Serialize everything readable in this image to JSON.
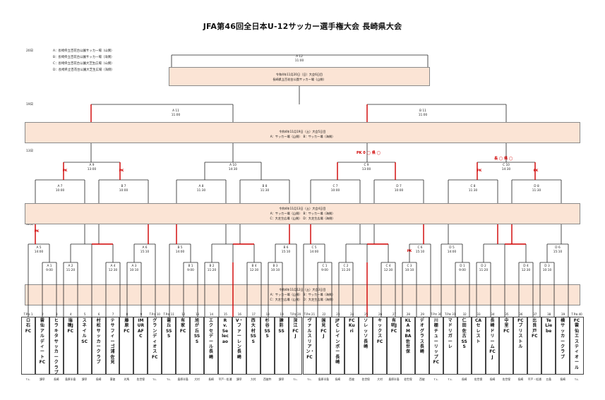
{
  "title": "JFA第46回全日本U-12サッカー選手権大会 長崎県大会",
  "venues": {
    "day_label": "20日",
    "items": [
      "A：長崎県立百花台公園サッカー場（山側）",
      "B：長崎県立百花台公園サッカー場（海側）",
      "C：長崎県立百花台公園大芝生広場（山側）",
      "D：長崎県立百花台公園大芝生広場（海側）"
    ]
  },
  "rounds": {
    "r20": "20日",
    "r19": "19日",
    "r13": "13日",
    "r12": "12日"
  },
  "boxes": {
    "final": [
      "令和4年11月20日（日）大会6日目",
      "長崎県立百花台公園サッカー場（山側）"
    ],
    "day19": [
      "令和4年11月19日（土）大会5日目",
      "A：サッカー場（山側）　B：サッカー場（海側）"
    ],
    "day13": [
      "令和4年11月13日（土）大会4日目",
      "A：サッカー場（山側）　B：サッカー場（海側）",
      "C：大芝生広場（山側）　D：大芝生広場（海側）"
    ],
    "day12": [
      "令和4年11月12日（土）大会3日目",
      "A：サッカー場（山側）　B：サッカー場（海側）",
      "C：大芝生広場（山側）　D：大芝生広場（海側）"
    ]
  },
  "matches": {
    "final": [
      "A 12",
      "11:00"
    ],
    "sf1": [
      "A 11",
      "11:00"
    ],
    "sf2": [
      "B 11",
      "11:00"
    ],
    "q1": [
      "A 9",
      "13:00"
    ],
    "q2": [
      "A 10",
      "14:30"
    ],
    "q3": [
      "C 9",
      "13:00"
    ],
    "q4": [
      "C 10",
      "14:30"
    ],
    "r3_1": [
      "A 7",
      "10:00"
    ],
    "r3_2": [
      "B 7",
      "10:00"
    ],
    "r3_3": [
      "A 8",
      "11:30"
    ],
    "r3_4": [
      "B 8",
      "11:30"
    ],
    "r3_5": [
      "C 7",
      "10:00"
    ],
    "r3_6": [
      "D 7",
      "10:00"
    ],
    "r3_7": [
      "C 8",
      "11:30"
    ],
    "r3_8": [
      "D 8",
      "11:30"
    ],
    "r2_1": [
      "A 5",
      "14:00"
    ],
    "r2_2": [
      "A 6",
      "15:10"
    ],
    "r2_3": [
      "B 5",
      "14:00"
    ],
    "r2_4": [
      "B 6",
      "15:10"
    ],
    "r2_5": [
      "C 5",
      "14:00"
    ],
    "r2_6": [
      "C 6",
      "15:10"
    ],
    "r2_7": [
      "D 5",
      "14:00"
    ],
    "r2_8": [
      "D 6",
      "15:10"
    ],
    "r1": [
      [
        "A 1",
        "9:00"
      ],
      [
        "A 2",
        "11:20"
      ],
      [
        "A 4",
        "12:30"
      ],
      [
        "A 3",
        "10:10"
      ],
      [
        "B 1",
        "9:00"
      ],
      [
        "B 2",
        "11:20"
      ],
      [
        "B 4",
        "12:30"
      ],
      [
        "B 3",
        "10:10"
      ],
      [
        "C 1",
        "9:00"
      ],
      [
        "C 2",
        "11:20"
      ],
      [
        "C 4",
        "12:30"
      ],
      [
        "C 3",
        "10:10"
      ],
      [
        "D 1",
        "9:00"
      ],
      [
        "D 2",
        "11:20"
      ],
      [
        "D 4",
        "12:30"
      ],
      [
        "D 3",
        "10:10"
      ]
    ]
  },
  "pk_labels": [
    "PK",
    "PK",
    "PK",
    "PK",
    "PK",
    "PK",
    "PK",
    "PK"
  ],
  "winner_note": [
    "PK 0 ◯ 県 ◯",
    "長 ◯ 県 ◯"
  ],
  "teams": [
    {
      "seed": "T.P①",
      "no": "1",
      "name": "ロ石FC",
      "area": "T.L."
    },
    {
      "seed": "",
      "no": "2",
      "name": "雲仙アルディートFC",
      "area": "諫早"
    },
    {
      "seed": "",
      "no": "3",
      "name": "ヒラキタサッカークラブ",
      "area": "長崎"
    },
    {
      "seed": "",
      "no": "4",
      "name": "瑞穂JFC",
      "area": "島原半島"
    },
    {
      "seed": "",
      "no": "5",
      "name": "スネイルSC",
      "area": "諫早"
    },
    {
      "seed": "",
      "no": "6",
      "name": "村松サッカークラブ",
      "area": "長崎"
    },
    {
      "seed": "",
      "no": "7",
      "name": "テサフィーゴ浦佐見",
      "area": "東彼"
    },
    {
      "seed": "",
      "no": "8",
      "name": "藤原FC",
      "area": "対馬"
    },
    {
      "seed": "",
      "no": "9",
      "name": "IMURAFC",
      "area": "佐世保"
    },
    {
      "seed": "T.P③",
      "no": "10",
      "name": "グランディオスFC",
      "area": "T.L."
    },
    {
      "seed": "T.P⑤",
      "no": "11",
      "name": "雲丘SSS",
      "area": "T.L."
    },
    {
      "seed": "",
      "no": "12",
      "name": "有家FC",
      "area": "島原半島"
    },
    {
      "seed": "",
      "no": "13",
      "name": "旭が丘SSS",
      "area": "大村"
    },
    {
      "seed": "",
      "no": "14",
      "name": "エクセデール長崎",
      "area": "長崎"
    },
    {
      "seed": "",
      "no": "15",
      "name": "Rv.Selecao",
      "area": "平戸・松浦"
    },
    {
      "seed": "",
      "no": "16",
      "name": "V・ファーレン長崎",
      "area": "諫早"
    },
    {
      "seed": "",
      "no": "17",
      "name": "西大村SSS",
      "area": "大村"
    },
    {
      "seed": "",
      "no": "18",
      "name": "杉谷SSS",
      "area": "西彼杵"
    },
    {
      "seed": "",
      "no": "19",
      "name": "諫防SS",
      "area": "諫早"
    },
    {
      "seed": "T.P②",
      "no": "20",
      "name": "深江FCJ",
      "area": "T.L."
    },
    {
      "seed": "T.P④",
      "no": "21",
      "name": "ヴァルスリアン・FC",
      "area": "T.L."
    },
    {
      "seed": "",
      "no": "22",
      "name": "国見FCJ",
      "area": "島原半島"
    },
    {
      "seed": "",
      "no": "23",
      "name": "JFCレインボー長崎",
      "area": "長崎"
    },
    {
      "seed": "",
      "no": "24",
      "name": "FCKuri",
      "area": "西彼"
    },
    {
      "seed": "",
      "no": "25",
      "name": "ソレッソ長崎",
      "area": "佐世保"
    },
    {
      "seed": "",
      "no": "26",
      "name": "キックス FC",
      "area": "大村"
    },
    {
      "seed": "",
      "no": "27",
      "name": "有明JFC",
      "area": "島原半島"
    },
    {
      "seed": "",
      "no": "28",
      "name": "KLAMBA佐世保",
      "area": "佐世保"
    },
    {
      "seed": "",
      "no": "29",
      "name": "デオグラス長崎",
      "area": "西彼"
    },
    {
      "seed": "T.P⑦",
      "no": "30",
      "name": "川棚チューリップFC",
      "area": "T.L."
    },
    {
      "seed": "T.P⑥",
      "no": "31",
      "name": "マドリガーレ",
      "area": "T.L."
    },
    {
      "seed": "",
      "no": "32",
      "name": "仁田佐古SSS",
      "area": "長崎"
    },
    {
      "seed": "",
      "no": "33",
      "name": "CAセレスト",
      "area": "佐世保"
    },
    {
      "seed": "",
      "no": "34",
      "name": "長崎ドリームFCJ",
      "area": "長崎"
    },
    {
      "seed": "",
      "no": "35",
      "name": "中里FC",
      "area": "佐世保"
    },
    {
      "seed": "",
      "no": "36",
      "name": "FCブリストル",
      "area": "長崎"
    },
    {
      "seed": "",
      "no": "37",
      "name": "比良戸FC",
      "area": "平戸・松浦"
    },
    {
      "seed": "",
      "no": "38",
      "name": "TeLiebe",
      "area": "五島"
    },
    {
      "seed": "",
      "no": "39",
      "name": "横サッカークラブ",
      "area": "長崎"
    },
    {
      "seed": "T.P⑧",
      "no": "40",
      "name": "FC雲仙エスティオール",
      "area": "T.L."
    }
  ],
  "colors": {
    "box_fill": "#fbe4d5",
    "win_line": "#d00000",
    "line": "#222222"
  }
}
